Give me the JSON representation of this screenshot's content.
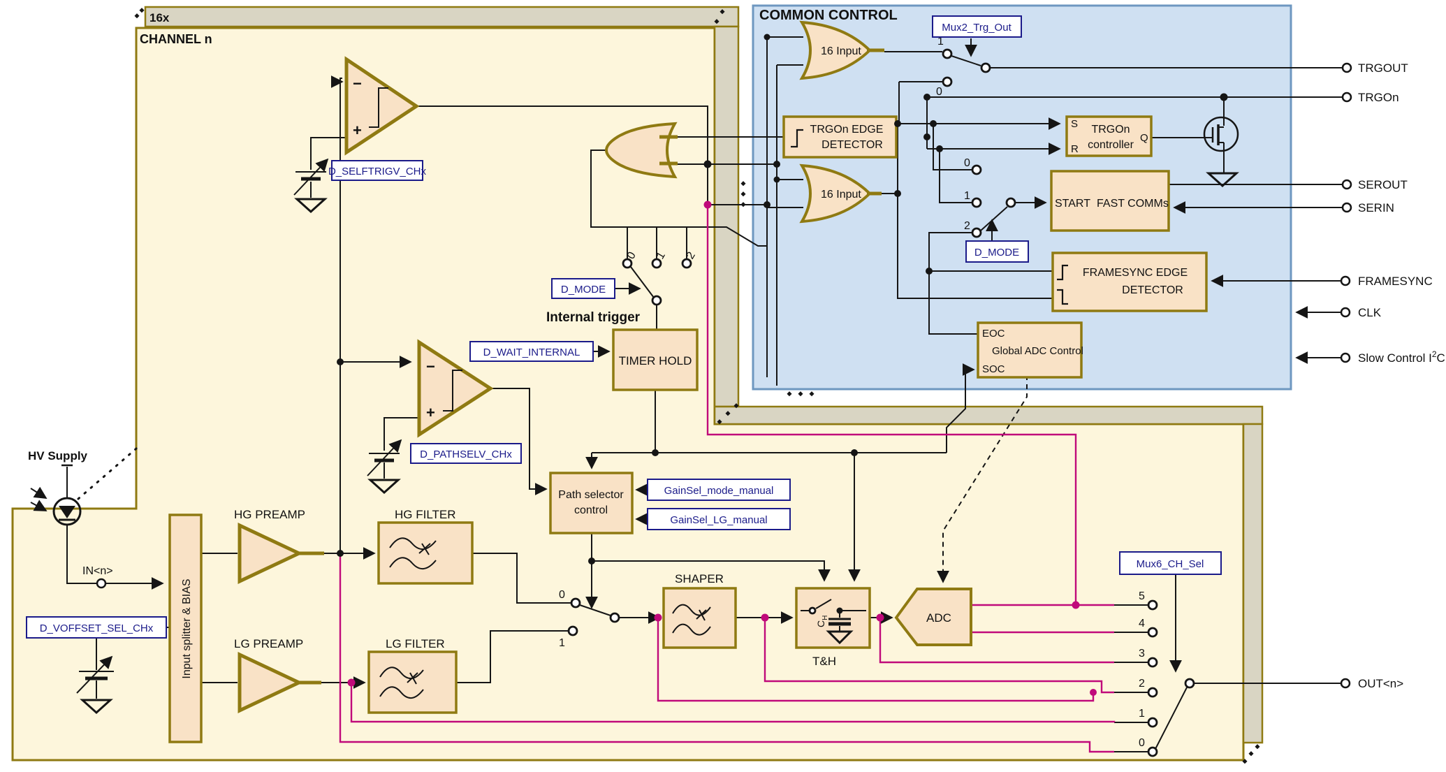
{
  "colors": {
    "accent_navy": "#1b1b8a",
    "magenta_wire": "#c00a7a",
    "olive_border": "#8f7a12",
    "peach_fill": "#f9e2c6",
    "channel_fill": "#fdf6dc",
    "stack_band": "#d9d5c3",
    "common_fill": "#cfe0f2",
    "common_border": "#6e97c0"
  },
  "banner": {
    "replication": "16x",
    "channel_title": "CHANNEL n"
  },
  "common": {
    "title": "COMMON CONTROL",
    "or1_label": "16 Input",
    "or2_label": "16 Input",
    "mux2_label": "Mux2_Trg_Out",
    "sw_trgout": {
      "one": "1",
      "zero": "0"
    },
    "trgon_edge": {
      "line1": "TRGOn EDGE",
      "line2": "DETECTOR"
    },
    "trgon_ctrl": {
      "s": "S",
      "r": "R",
      "q": "Q",
      "line1": "TRGOn",
      "line2": "controller"
    },
    "sw_start": {
      "zero": "0",
      "one": "1",
      "two": "2"
    },
    "dmode_label": "D_MODE",
    "fastcomms": {
      "start": "START",
      "name": "FAST COMMs"
    },
    "framesync_edge": {
      "line1": "FRAMESYNC EDGE",
      "line2": "DETECTOR"
    },
    "adc_ctrl": {
      "eoc": "EOC",
      "name": "Global ADC Control",
      "soc": "SOC"
    }
  },
  "pads": {
    "trgout": "TRGOUT",
    "trgon": "TRGOn",
    "serout": "SEROUT",
    "serin": "SERIN",
    "framesync": "FRAMESYNC",
    "clk": "CLK",
    "i2c": {
      "pre": "Slow Control I",
      "sup": "2",
      "post": "C bus"
    },
    "out": "OUT<n>",
    "in": "IN<n>",
    "hv": "HV Supply"
  },
  "channel": {
    "selftrig_label": "D_SELFTRIGV_CHx",
    "pathselv_label": "D_PATHSELV_CHx",
    "dmode_label": "D_MODE",
    "internal_trigger": "Internal trigger",
    "dwait_label": "D_WAIT_INTERNAL",
    "timer_hold": "TIMER HOLD",
    "path_selector": {
      "line1": "Path selector",
      "line2": "control"
    },
    "gainsel_mode": "GainSel_mode_manual",
    "gainsel_lg": "GainSel_LG_manual",
    "voffset_label": "D_VOFFSET_SEL_CHx",
    "splitter": "Input splitter & BIAS",
    "hg_preamp": "HG PREAMP",
    "lg_preamp": "LG PREAMP",
    "hg_filter": "HG FILTER",
    "lg_filter": "LG FILTER",
    "shaper": "SHAPER",
    "th": "T&H",
    "ch": {
      "c": "C",
      "h": "H"
    },
    "adc": "ADC",
    "mux6_label": "Mux6_CH_Sel",
    "sw_trig": {
      "zero": "0",
      "one": "1",
      "two": "2"
    },
    "sw_gain": {
      "zero": "0",
      "one": "1"
    },
    "mux6_positions": [
      "5",
      "4",
      "3",
      "2",
      "1",
      "0"
    ]
  }
}
